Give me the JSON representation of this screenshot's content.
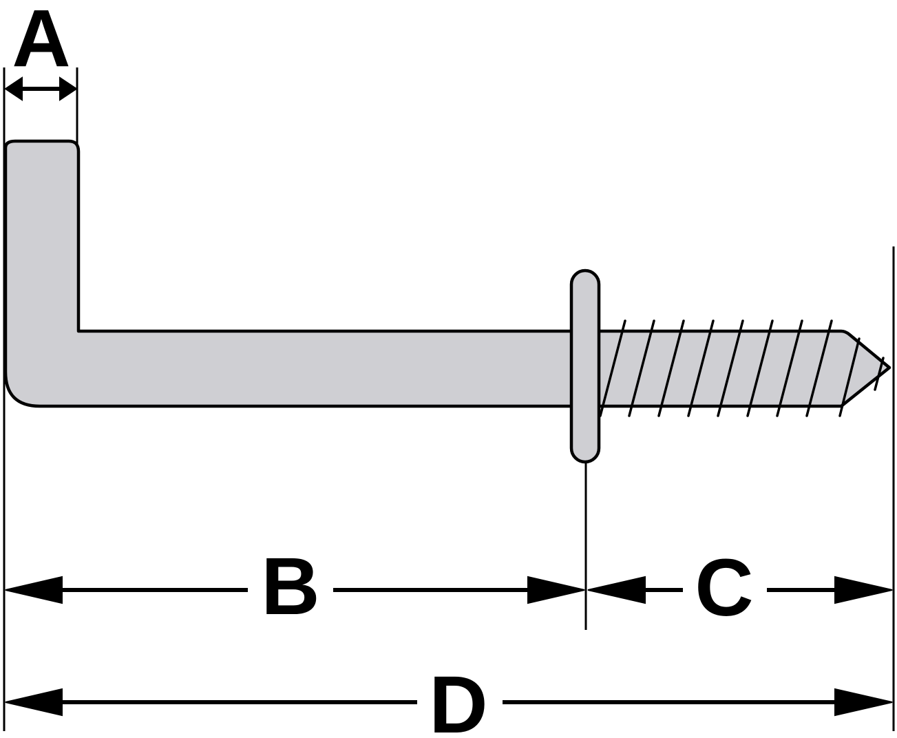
{
  "labels": {
    "a": "A",
    "b": "B",
    "c": "C",
    "d": "D"
  },
  "colors": {
    "metal_fill": "#cfcfd3",
    "stroke": "#000000",
    "background": "#ffffff"
  },
  "thread_count": 8
}
